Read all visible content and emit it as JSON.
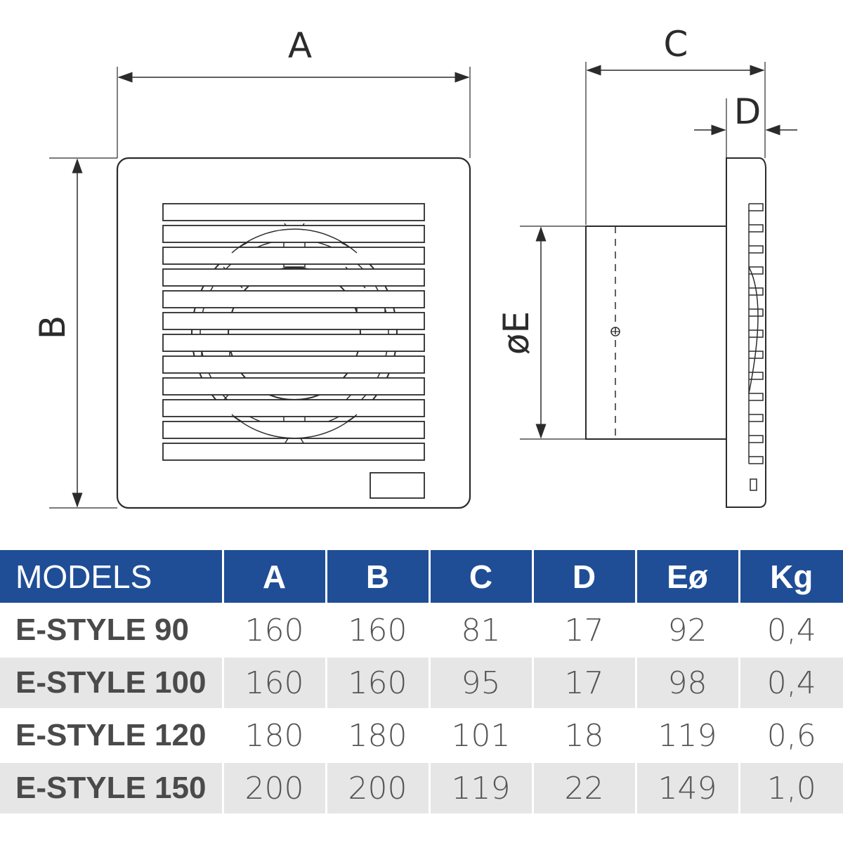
{
  "dimension_labels": {
    "A": "A",
    "B": "B",
    "C": "C",
    "D": "D",
    "E": "øE"
  },
  "table": {
    "headers": [
      "MODELS",
      "A",
      "B",
      "C",
      "D",
      "Eø",
      "Kg"
    ],
    "rows": [
      [
        "E-STYLE 90",
        "160",
        "160",
        "81",
        "17",
        "92",
        "0,4"
      ],
      [
        "E-STYLE 100",
        "160",
        "160",
        "95",
        "17",
        "98",
        "0,4"
      ],
      [
        "E-STYLE 120",
        "180",
        "180",
        "101",
        "18",
        "119",
        "0,6"
      ],
      [
        "E-STYLE 150",
        "200",
        "200",
        "119",
        "22",
        "149",
        "1,0"
      ]
    ]
  },
  "colors": {
    "header_bg": "#1f4e96",
    "header_text": "#ffffff",
    "alt_row_bg": "#e6e6e6",
    "line": "#2b2b2b"
  }
}
